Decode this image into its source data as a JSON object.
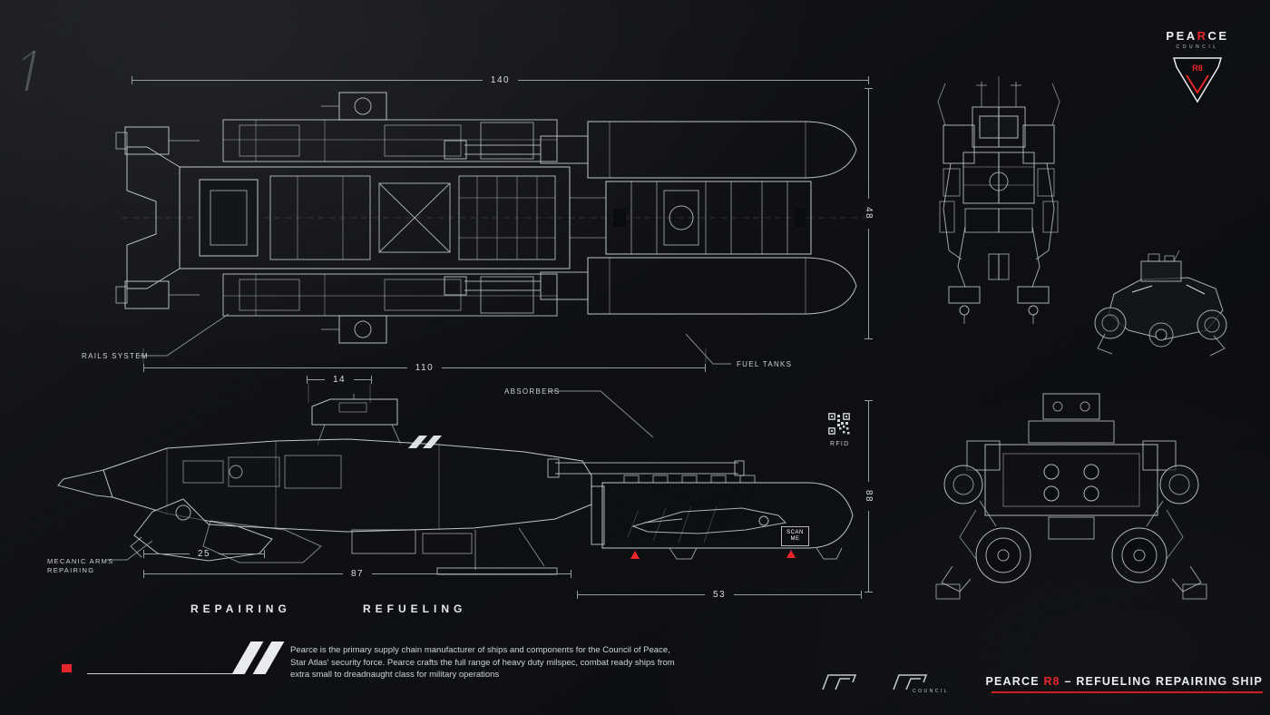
{
  "theme": {
    "background": "#0e0f12",
    "line": "#c9ced3",
    "dim_line": "#959ba2",
    "text": "#d3d6da",
    "accent_red": "#e8252a"
  },
  "header": {
    "brand": {
      "pre": "PEA",
      "red": "R",
      "post": "CE",
      "subtitle": "COUNCIL",
      "badge": "R8"
    }
  },
  "annotations": {
    "rails_system": "RAILS SYSTEM",
    "fuel_tanks": "FUEL TANKS",
    "absorbers": "ABSORBERS",
    "rfid": "RFID",
    "scan_me": "SCAN ME",
    "mecanic_arms_line1": "MECANIC ARMS",
    "mecanic_arms_line2": "REPAIRING",
    "repairing": "REPAIRING",
    "refueling": "REFUELING"
  },
  "dimensions": {
    "overall_length": "140",
    "overall_width": "48",
    "body_length": "110",
    "fin_length": "14",
    "repair_arm_length": "25",
    "hull_length": "87",
    "tank_length": "53",
    "profile_height": "88"
  },
  "footer": {
    "description_lines": [
      "Pearce is the primary supply chain manufacturer of ships and components for the Council of Peace,",
      "Star Atlas' security force. Pearce crafts the full range of heavy duty milspec, combat ready ships from",
      "extra small to dreadnaught class for military operations"
    ],
    "council_label": "COUNCIL",
    "title": {
      "pre": "PEARCE ",
      "red": "R8",
      "post": " – REFUELING REPAIRING SHIP"
    }
  }
}
